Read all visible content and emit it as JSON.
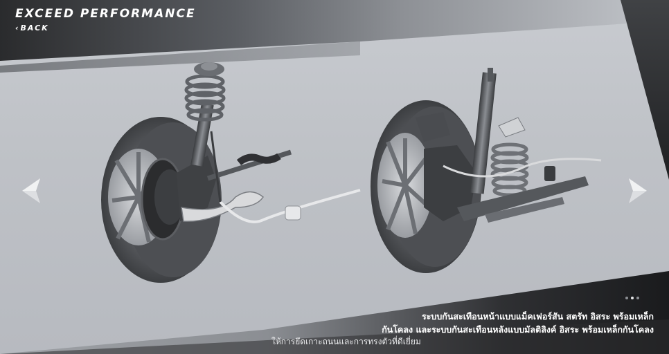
{
  "header": {
    "title": "EXCEED PERFORMANCE",
    "back_chevron": "‹",
    "back_label": "BACK"
  },
  "navigation": {
    "prev_icon": "chevron-left-icon",
    "next_icon": "chevron-right-icon"
  },
  "slider": {
    "dots": 3,
    "active_index": 1
  },
  "caption": {
    "line1": "ระบบกันสะเทือนหน้าแบบแม็คเฟอร์สัน สตรัท อิสระ พร้อมเหล็ก",
    "line2": "กันโคลง และระบบกันสะเทือนหลังแบบมัลติลิงค์ อิสระ พร้อมเหล็กกันโคลง",
    "line3": "ให้การยึดเกาะถนนและการทรงตัวที่ดีเยี่ยม"
  },
  "colors": {
    "title_text": "#ffffff",
    "tire": "#4a4c50",
    "spring": "#6e7176"
  }
}
